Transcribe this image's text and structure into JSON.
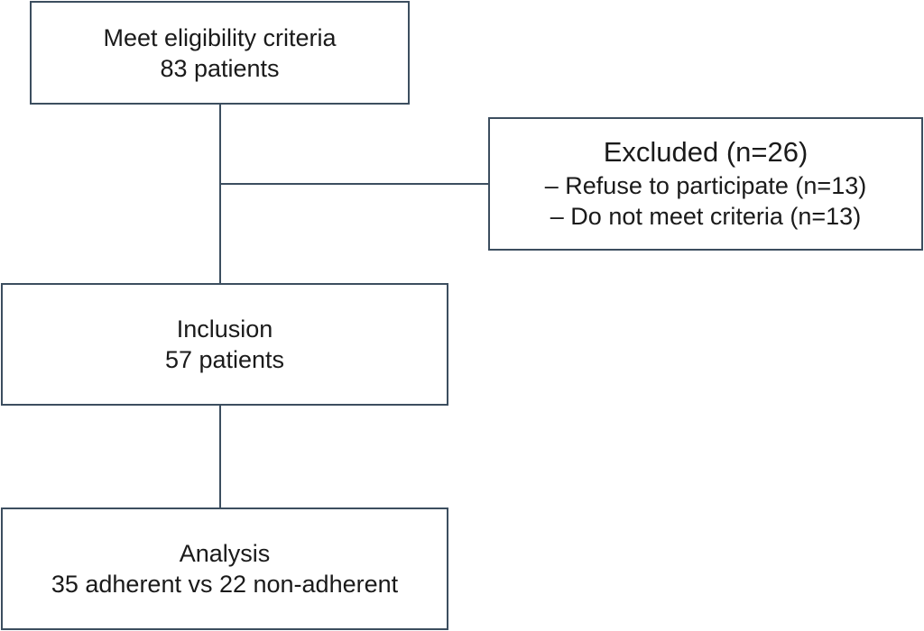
{
  "flowchart": {
    "eligibility": {
      "title": "Meet eligibility criteria",
      "count": "83 patients"
    },
    "excluded": {
      "title": "Excluded (n=26)",
      "reasons": [
        "– Refuse to participate (n=13)",
        "– Do not meet criteria (n=13)"
      ]
    },
    "inclusion": {
      "title": "Inclusion",
      "count": "57 patients"
    },
    "analysis": {
      "title": "Analysis",
      "detail": "35 adherent vs 22 non-adherent"
    }
  },
  "colors": {
    "border": "#3c4e5f",
    "text": "#1a1a1a",
    "background": "#ffffff"
  }
}
